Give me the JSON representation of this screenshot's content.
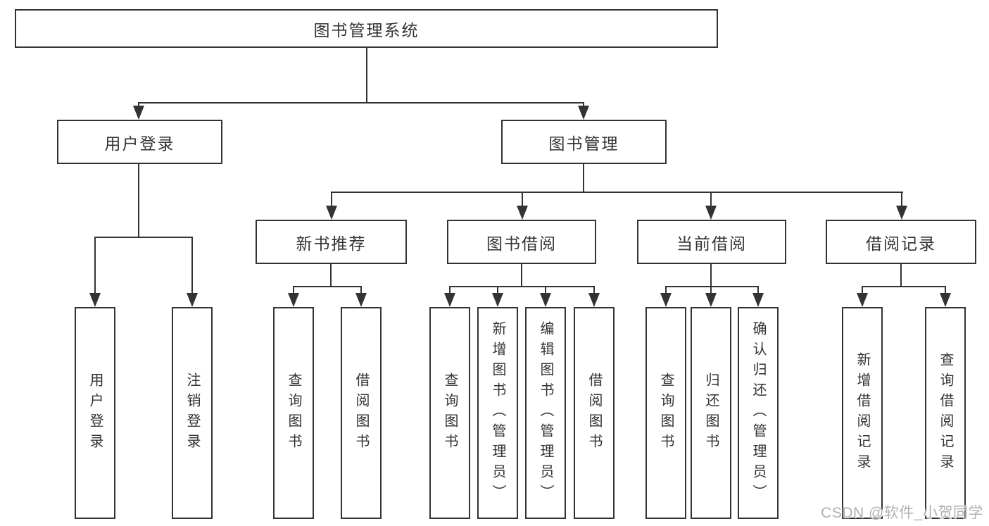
{
  "diagram": {
    "root": {
      "label": "图书管理系统"
    },
    "branches": [
      {
        "label": "用户登录",
        "children": [
          {
            "label": "用户登录"
          },
          {
            "label": "注销登录"
          }
        ]
      },
      {
        "label": "图书管理",
        "children": [
          {
            "label": "新书推荐",
            "children": [
              {
                "label": "查询图书"
              },
              {
                "label": "借阅图书"
              }
            ]
          },
          {
            "label": "图书借阅",
            "children": [
              {
                "label": "查询图书"
              },
              {
                "label": "新增图书（管理员）"
              },
              {
                "label": "编辑图书（管理员）"
              },
              {
                "label": "借阅图书"
              }
            ]
          },
          {
            "label": "当前借阅",
            "children": [
              {
                "label": "查询图书"
              },
              {
                "label": "归还图书"
              },
              {
                "label": "确认归还（管理员）"
              }
            ]
          },
          {
            "label": "借阅记录",
            "children": [
              {
                "label": "新增借阅记录"
              },
              {
                "label": "查询借阅记录"
              }
            ]
          }
        ]
      }
    ]
  },
  "watermark": {
    "text": "CSDN @软件_小贺同学"
  },
  "colors": {
    "line": "#333333",
    "text": "#333333",
    "background": "#ffffff",
    "watermark": "#b0b0b0"
  }
}
